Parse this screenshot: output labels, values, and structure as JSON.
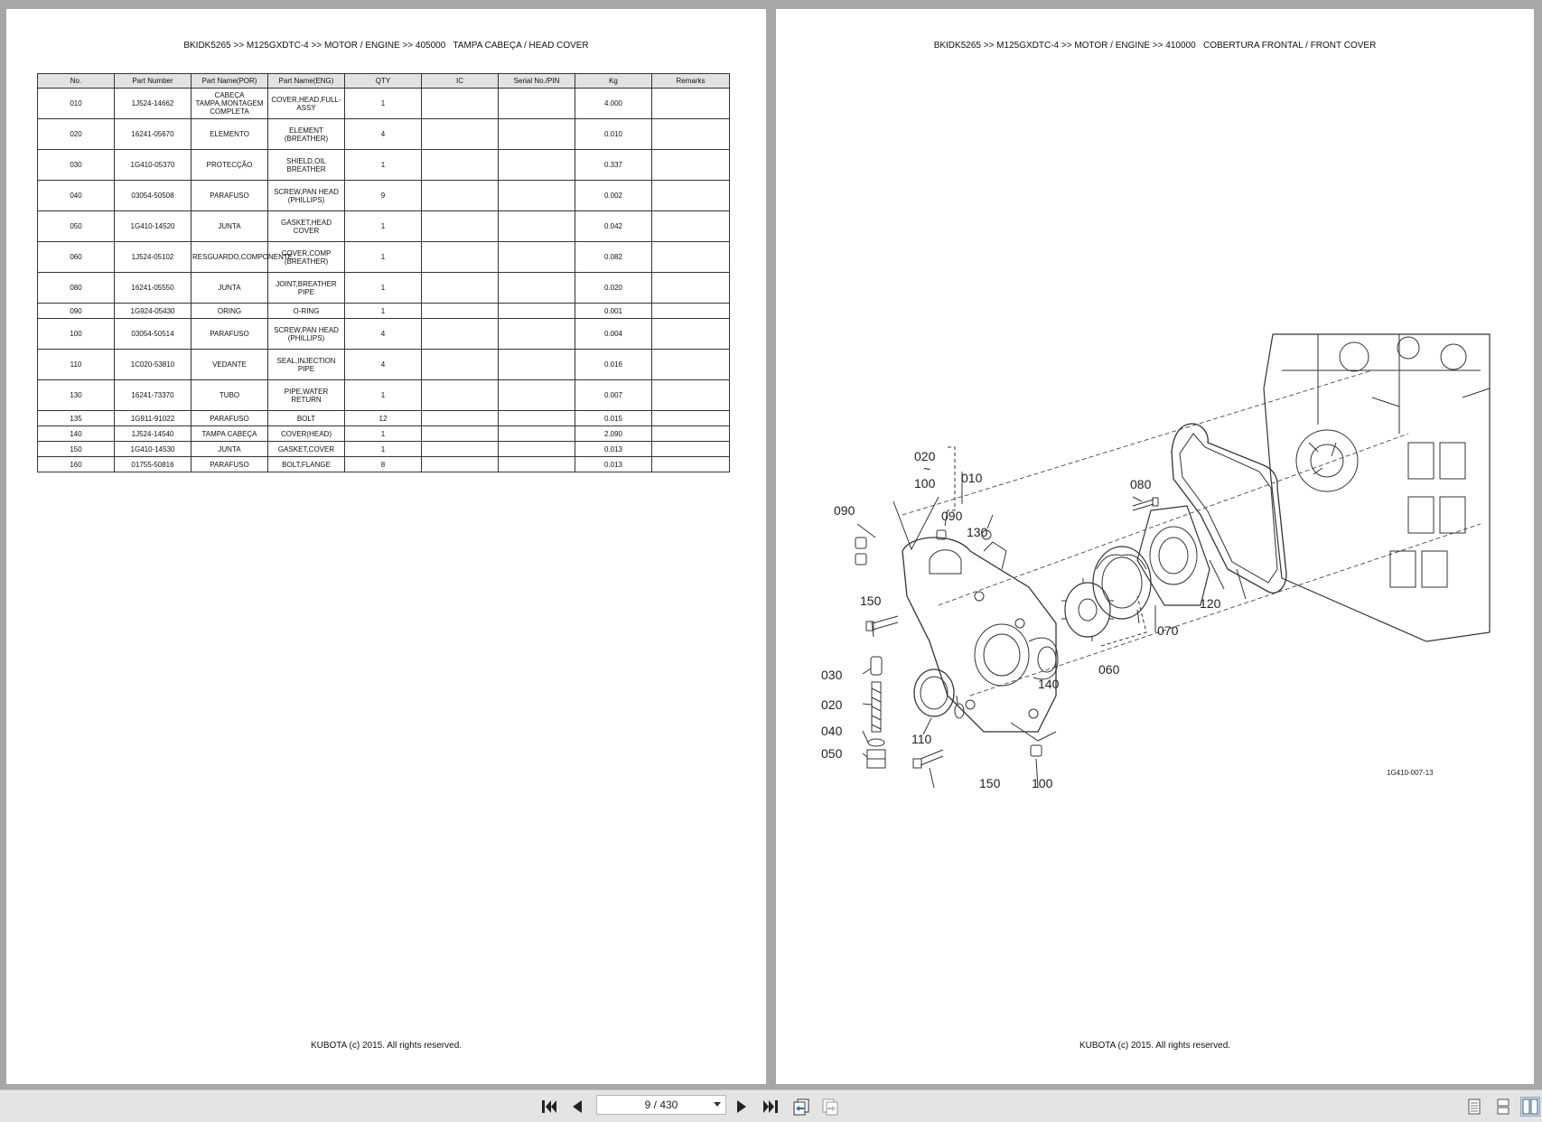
{
  "left_page": {
    "header": "BKIDK5265 >> M125GXDTC-4 >> MOTOR / ENGINE >> 405000   TAMPA CABEÇA / HEAD COVER",
    "columns": [
      "No.",
      "Part Number",
      "Part Name(POR)",
      "Part Name(ENG)",
      "QTY",
      "IC",
      "Serial No./PIN",
      "Kg",
      "Remarks"
    ],
    "rows": [
      {
        "no": "010",
        "part_number": "1J524-14662",
        "name_por": "CABEÇA TAMPA,MONTAGEM COMPLETA",
        "name_eng": "COVER,HEAD,FULL-ASSY",
        "qty": "1",
        "ic": "",
        "serial": "",
        "kg": "4.000",
        "remarks": ""
      },
      {
        "no": "020",
        "part_number": "16241-05670",
        "name_por": "ELEMENTO",
        "name_eng": "ELEMENT (BREATHER)",
        "qty": "4",
        "ic": "",
        "serial": "",
        "kg": "0.010",
        "remarks": ""
      },
      {
        "no": "030",
        "part_number": "1G410-05370",
        "name_por": "PROTECÇÃO",
        "name_eng": "SHIELD,OIL BREATHER",
        "qty": "1",
        "ic": "",
        "serial": "",
        "kg": "0.337",
        "remarks": ""
      },
      {
        "no": "040",
        "part_number": "03054-50508",
        "name_por": "PARAFUSO",
        "name_eng": "SCREW,PAN HEAD (PHILLIPS)",
        "qty": "9",
        "ic": "",
        "serial": "",
        "kg": "0.002",
        "remarks": ""
      },
      {
        "no": "050",
        "part_number": "1G410-14520",
        "name_por": "JUNTA",
        "name_eng": "GASKET,HEAD COVER",
        "qty": "1",
        "ic": "",
        "serial": "",
        "kg": "0.042",
        "remarks": ""
      },
      {
        "no": "060",
        "part_number": "1J524-05102",
        "name_por": "RESGUARDO,COMPONENTE",
        "name_eng": "COVER,COMP (BREATHER)",
        "qty": "1",
        "ic": "",
        "serial": "",
        "kg": "0.082",
        "remarks": ""
      },
      {
        "no": "080",
        "part_number": "16241-05550",
        "name_por": "JUNTA",
        "name_eng": "JOINT,BREATHER PIPE",
        "qty": "1",
        "ic": "",
        "serial": "",
        "kg": "0.020",
        "remarks": ""
      },
      {
        "no": "090",
        "part_number": "1G924-05430",
        "name_por": "ORING",
        "name_eng": "O-RING",
        "qty": "1",
        "ic": "",
        "serial": "",
        "kg": "0.001",
        "remarks": ""
      },
      {
        "no": "100",
        "part_number": "03054-50514",
        "name_por": "PARAFUSO",
        "name_eng": "SCREW,PAN HEAD (PHILLIPS)",
        "qty": "4",
        "ic": "",
        "serial": "",
        "kg": "0.004",
        "remarks": ""
      },
      {
        "no": "110",
        "part_number": "1C020-53810",
        "name_por": "VEDANTE",
        "name_eng": "SEAL,INJECTION PIPE",
        "qty": "4",
        "ic": "",
        "serial": "",
        "kg": "0.016",
        "remarks": ""
      },
      {
        "no": "130",
        "part_number": "16241-73370",
        "name_por": "TUBO",
        "name_eng": "PIPE,WATER RETURN",
        "qty": "1",
        "ic": "",
        "serial": "",
        "kg": "0.007",
        "remarks": ""
      },
      {
        "no": "135",
        "part_number": "1G911-91022",
        "name_por": "PARAFUSO",
        "name_eng": "BOLT",
        "qty": "12",
        "ic": "",
        "serial": "",
        "kg": "0.015",
        "remarks": ""
      },
      {
        "no": "140",
        "part_number": "1J524-14540",
        "name_por": "TAMPA CABEÇA",
        "name_eng": "COVER(HEAD)",
        "qty": "1",
        "ic": "",
        "serial": "",
        "kg": "2.090",
        "remarks": ""
      },
      {
        "no": "150",
        "part_number": "1G410-14530",
        "name_por": "JUNTA",
        "name_eng": "GASKET,COVER",
        "qty": "1",
        "ic": "",
        "serial": "",
        "kg": "0.013",
        "remarks": ""
      },
      {
        "no": "160",
        "part_number": "01755-50816",
        "name_por": "PARAFUSO",
        "name_eng": "BOLT,FLANGE",
        "qty": "8",
        "ic": "",
        "serial": "",
        "kg": "0.013",
        "remarks": ""
      }
    ],
    "footer": "KUBOTA (c) 2015. All rights reserved."
  },
  "right_page": {
    "header": "BKIDK5265 >> M125GXDTC-4 >> MOTOR / ENGINE >> 410000   COBERTURA FRONTAL / FRONT COVER",
    "diagram_labels": {
      "l020": "020",
      "tilde": "~",
      "l100a": "100",
      "l010": "010",
      "l090a": "090",
      "l090b": "090",
      "l130": "130",
      "l080": "080",
      "l150a": "150",
      "l030": "030",
      "l020b": "020",
      "l040": "040",
      "l050": "050",
      "l110": "110",
      "l140": "140",
      "l150b": "150",
      "l100b": "100",
      "l060": "060",
      "l070": "070",
      "l120": "120",
      "code": "1G410-007-13"
    },
    "footer": "KUBOTA (c) 2015. All rights reserved."
  },
  "toolbar": {
    "page_indicator": "9 / 430"
  }
}
